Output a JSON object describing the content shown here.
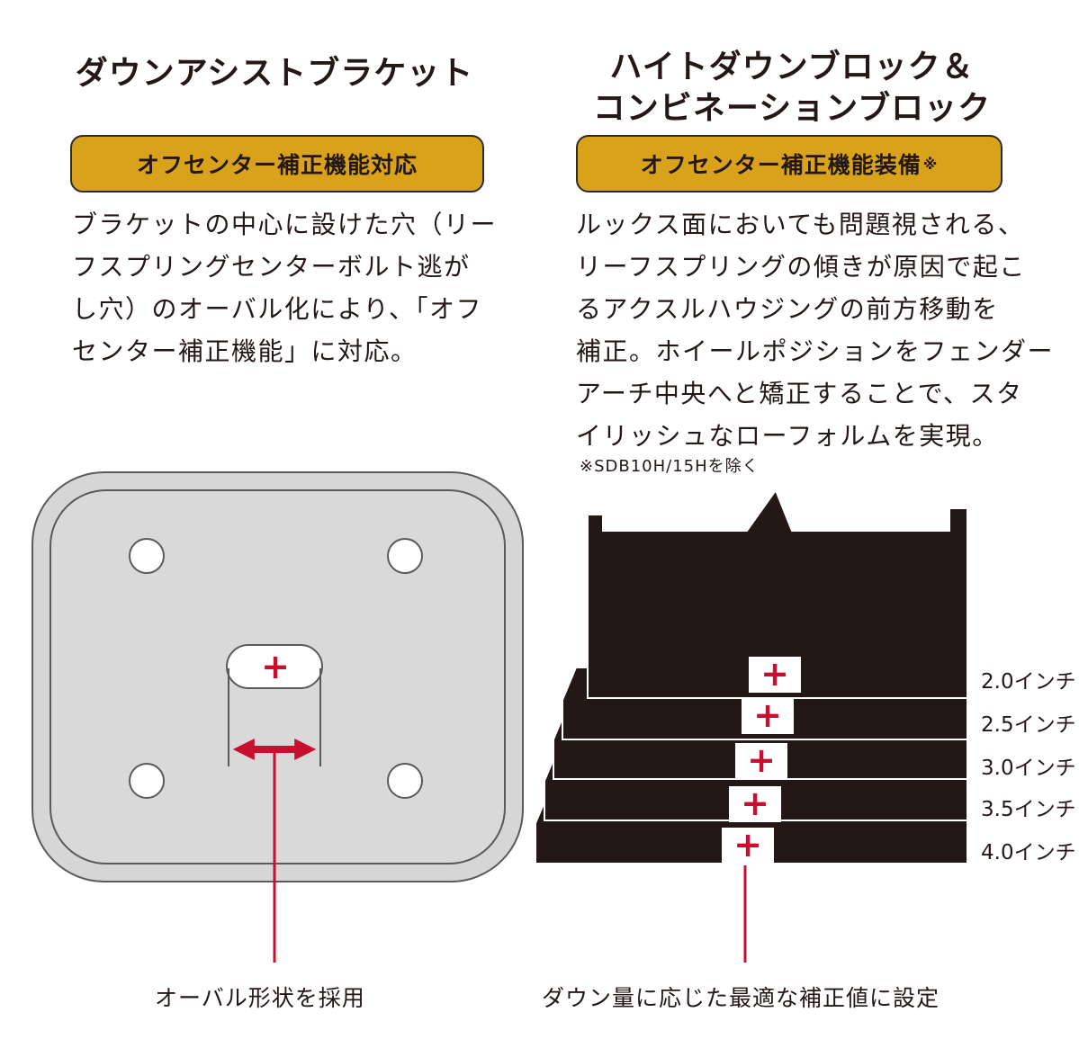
{
  "left": {
    "title": "ダウンアシストブラケット",
    "badge": "オフセンター補正機能対応",
    "body_lines": [
      "ブラケットの中心に設けた穴（リー",
      "フスプリングセンターボルト逃が",
      "し穴）のオーバル化により、「オフ",
      "センター補正機能」に対応。"
    ],
    "caption": "オーバル形状を採用"
  },
  "right": {
    "title_lines": [
      "ハイトダウンブロック＆",
      "コンビネーションブロック"
    ],
    "badge": "オフセンター補正機能装備",
    "badge_mark": "※",
    "body_lines": [
      "ルックス面においても問題視される、",
      "リーフスプリングの傾きが原因で起こ",
      "るアクスルハウジングの前方移動を",
      "補正。ホイールポジションをフェンダー",
      "アーチ中央へと矯正することで、スタ",
      "イリッシュなローフォルムを実現。"
    ],
    "note": "※SDB10H/15Hを除く",
    "block_labels": [
      "2.0インチ",
      "2.5インチ",
      "3.0インチ",
      "3.5インチ",
      "4.0インチ"
    ],
    "caption": "ダウン量に応じた最適な補正値に設定"
  },
  "symbols": {
    "plus": "+"
  },
  "colors": {
    "badge": "#d9a21b",
    "accent_red": "#c8102e",
    "block": "#231815",
    "plate": "#d6d6d6"
  }
}
